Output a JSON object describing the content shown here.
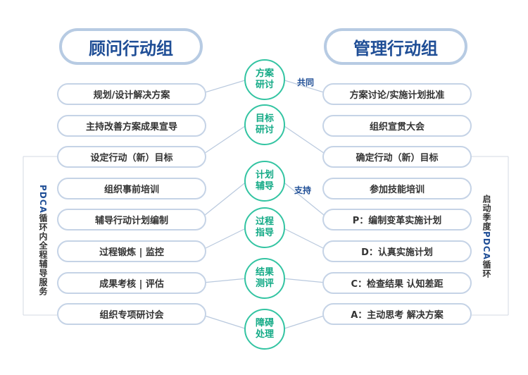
{
  "titles": {
    "left": "顾问行动组",
    "right": "管理行动组"
  },
  "left_items": [
    "规划/设计解决方案",
    "主持改善方案成果宣导",
    "设定行动（新）目标",
    "组织事前培训",
    "辅导行动计划编制",
    "过程锻炼 | 监控",
    "成果考核 | 评估",
    "组织专项研讨会"
  ],
  "right_items": [
    "方案讨论/实施计划批准",
    "组织宣贯大会",
    "确定行动（新）目标",
    "参加技能培训",
    "P：编制变革实施计划",
    "D：认真实施计划",
    "C：检查结果 认知差距",
    "A：主动思考 解决方案"
  ],
  "center_steps": [
    "方案研讨",
    "目标研讨",
    "计划辅导",
    "过程指导",
    "结果测评",
    "障碍处理"
  ],
  "tags": {
    "common": "共同",
    "support": "支持"
  },
  "side_labels": {
    "left_prefix": "PDCA",
    "left_suffix": "循环内全程辅导服务",
    "right_prefix": "启动季度",
    "right_highlight": "PDCA",
    "right_suffix": "循环"
  },
  "colors": {
    "accent_blue": "#1f4e96",
    "teal": "#33c4a2",
    "box_border": "#c5d3e6",
    "header_border": "#b7cbe3"
  }
}
